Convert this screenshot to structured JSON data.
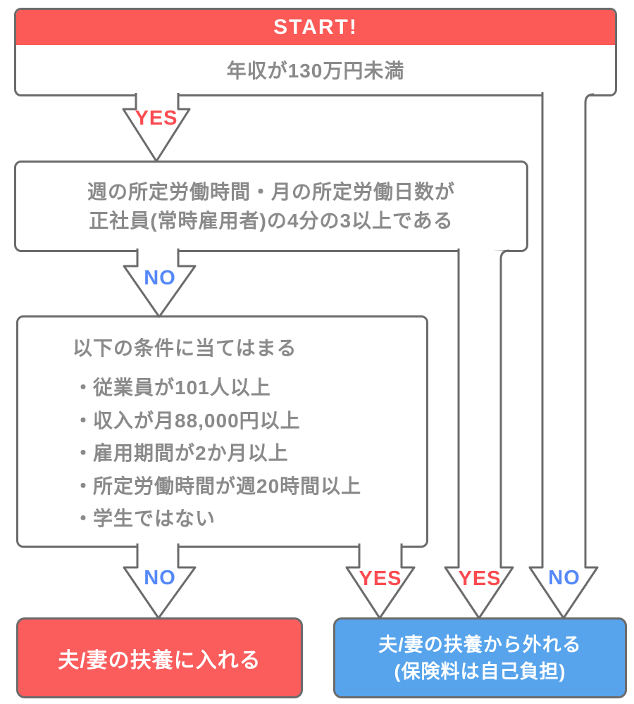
{
  "colors": {
    "line_gray": "#6b6b6b",
    "text_gray": "#8a8a8a",
    "accent_red": "#fb5a57",
    "result_red": "#fb5c5c",
    "result_blue": "#57a4ec",
    "label_yes_red": "#fa4b50",
    "label_no_blue": "#5588f8"
  },
  "start": {
    "header": "START!",
    "question": "年収が130万円未満"
  },
  "hours": {
    "line1": "週の所定労働時間・月の所定労働日数が",
    "line2": "正社員(常時雇用者)の4分の3以上である"
  },
  "conditions": {
    "heading": "以下の条件に当てはまる",
    "bullet": "・",
    "items": [
      "従業員が101人以上",
      "収入が月88,000円以上",
      "雇用期間が2か月以上",
      "所定労働時間が週20時間以上",
      "学生ではない"
    ]
  },
  "results": {
    "dependent_in": "夫/妻の扶養に入れる",
    "dependent_out_line1": "夫/妻の扶養から外れる",
    "dependent_out_line2": "(保険料は自己負担)"
  },
  "arrows": {
    "yes1": {
      "label": "YES"
    },
    "no1": {
      "label": "NO"
    },
    "no_bottom_left": {
      "label": "NO"
    },
    "yes_from_conditions": {
      "label": "YES"
    },
    "yes_from_hours": {
      "label": "YES"
    },
    "no_from_income": {
      "label": "NO"
    }
  }
}
